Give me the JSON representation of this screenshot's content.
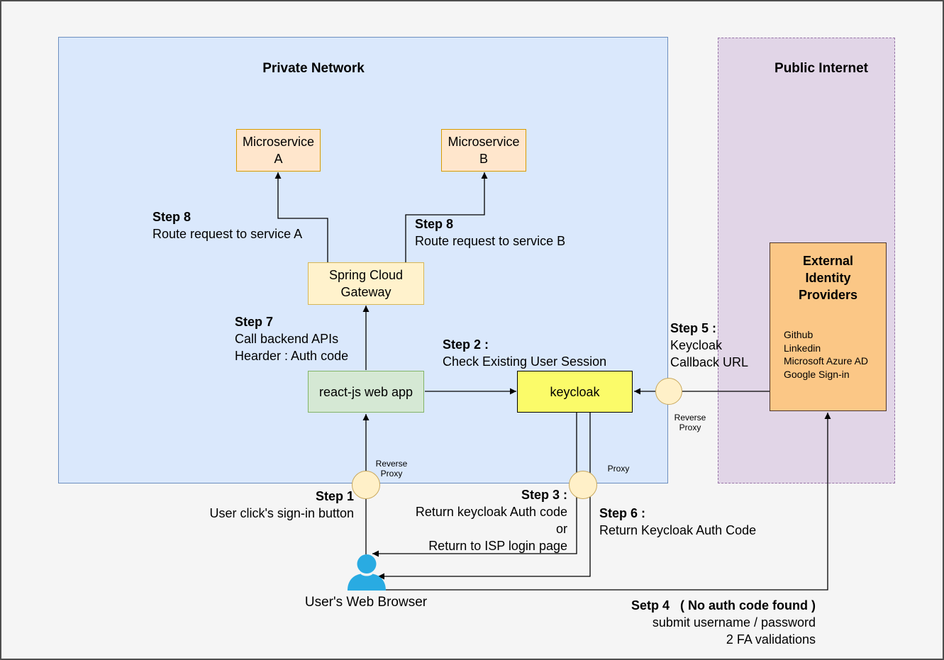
{
  "regions": {
    "private_network": {
      "title": "Private Network"
    },
    "public_internet": {
      "title": "Public Internet"
    }
  },
  "nodes": {
    "microservice_a": {
      "line1": "Microservice",
      "line2": "A"
    },
    "microservice_b": {
      "line1": "Microservice",
      "line2": "B"
    },
    "gateway": {
      "line1": "Spring Cloud",
      "line2": "Gateway"
    },
    "react_app": {
      "label": "react-js web app"
    },
    "keycloak": {
      "label": "keycloak"
    },
    "eidp": {
      "title_line1": "External",
      "title_line2": "Identity",
      "title_line3": "Providers",
      "providers": [
        "Github",
        "Linkedin",
        "Microsoft Azure AD",
        "Google Sign-in"
      ]
    }
  },
  "proxies": {
    "left_reverse": {
      "line1": "Reverse",
      "line2": "Proxy"
    },
    "bottom": {
      "label": "Proxy"
    },
    "right_reverse": {
      "line1": "Reverse",
      "line2": "Proxy"
    }
  },
  "actor": {
    "label": "User's Web Browser"
  },
  "steps": {
    "step1": {
      "title": "Step 1",
      "line1": "User click's sign-in button"
    },
    "step2": {
      "title": "Step 2 :",
      "line1": "Check Existing User Session"
    },
    "step3": {
      "title": "Step 3 :",
      "line1": "Return keycloak Auth code",
      "line2": "or",
      "line3": "Return to ISP login page"
    },
    "step4": {
      "title": "Setp 4   ( No auth code found )",
      "line1": "submit username / password",
      "line2": "2 FA validations"
    },
    "step5": {
      "title": "Step 5 :",
      "line1": "Keycloak",
      "line2": "Callback URL"
    },
    "step6": {
      "title": "Step 6 :",
      "line1": "Return Keycloak Auth Code"
    },
    "step7": {
      "title": "Step 7",
      "line1": "Call backend APIs",
      "line2": "Hearder : Auth code"
    },
    "step8_left": {
      "title": "Step 8",
      "line1": "Route request to service A"
    },
    "step8_right": {
      "title": "Step 8",
      "line1": "Route request to service B"
    }
  },
  "colors": {
    "canvas_bg": "#F5F5F5",
    "region_private_fill": "#DAE8FC",
    "region_private_border": "#6C8EBF",
    "region_public_fill": "#E1D5E7",
    "region_public_border": "#9673A6",
    "microservice_fill": "#FFE6CC",
    "microservice_border": "#D79B00",
    "gateway_fill": "#FFF2CC",
    "gateway_border": "#D6B656",
    "react_fill": "#D5E8D4",
    "react_border": "#82B366",
    "keycloak_fill": "#FBFB69",
    "eidp_fill": "#FBC786",
    "proxy_circle_fill": "#FFF0C8",
    "proxy_circle_border": "#C9A85C",
    "actor_blue": "#29ABE2",
    "connector": "#000000"
  }
}
